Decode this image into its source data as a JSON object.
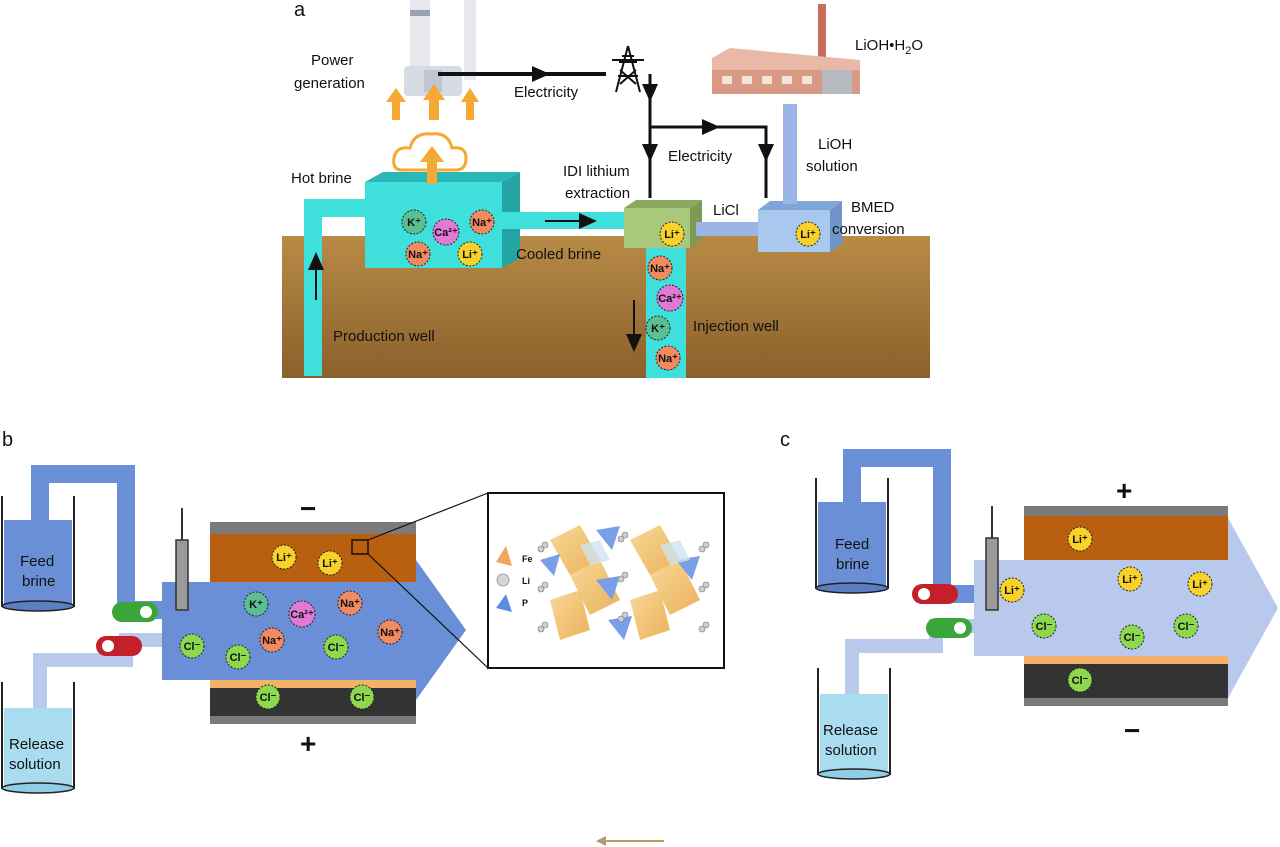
{
  "panels": {
    "a": "a",
    "b": "b",
    "c": "c"
  },
  "panel_a": {
    "power_generation": [
      "Power",
      "generation"
    ],
    "electricity_1": "Electricity",
    "electricity_2": "Electricity",
    "product": "LiOH•H",
    "product_sub": "2",
    "product_tail": "O",
    "lioh_solution": [
      "LiOH",
      "solution"
    ],
    "hot_brine": "Hot brine",
    "idi_extraction": [
      "IDI lithium",
      "extraction"
    ],
    "licl": "LiCl",
    "bmed": [
      "BMED",
      "conversion"
    ],
    "cooled_brine": "Cooled brine",
    "production_well": "Production well",
    "injection_well": "Injection well"
  },
  "ions": {
    "k": "K⁺",
    "ca": "Ca²⁺",
    "na": "Na⁺",
    "li": "Li⁺",
    "cl": "Cl⁻"
  },
  "panel_b": {
    "feed_brine": [
      "Feed",
      "brine"
    ],
    "release_solution": [
      "Release",
      "solution"
    ],
    "top_electrode_sign": "−",
    "bottom_electrode_sign": "+",
    "legend": [
      "Fe",
      "Li",
      "P"
    ]
  },
  "panel_c": {
    "feed_brine": [
      "Feed",
      "brine"
    ],
    "release_solution": [
      "Release",
      "solution"
    ],
    "top_electrode_sign": "+",
    "bottom_electrode_sign": "−"
  },
  "colors": {
    "ground": "#a57a3c",
    "brine": "#3fe0dc",
    "pipe_blue": "#6b8fd6",
    "pipe_light": "#b8c9ec",
    "electrode_orange": "#b85f10",
    "electrode_dark": "#333333",
    "ion_k": "#5bbf94",
    "ion_ca": "#e07ad6",
    "ion_na": "#f08a60",
    "ion_li": "#f8d12a",
    "ion_cl": "#8ed84f",
    "valve_green": "#3aa63a",
    "valve_red": "#c4202a",
    "heat_orange": "#f5a833"
  }
}
